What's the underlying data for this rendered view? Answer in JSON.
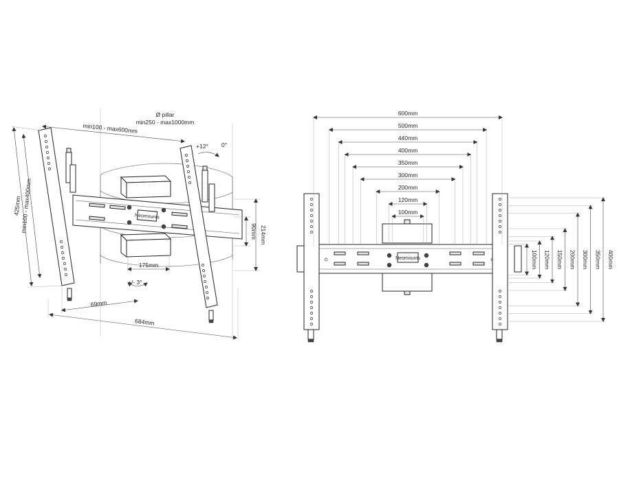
{
  "left_view": {
    "pillar_title": "Ø pillar",
    "pillar_range": "min250 - max1000mm",
    "width_range": "min100 - max600mm",
    "height_range": "min100 - max400mm",
    "height_outer": "425mm",
    "tilt_up": "+12°",
    "tilt_zero": "0°",
    "tilt_down": "+/- 3°",
    "height_214": "214mm",
    "height_90": "90mm",
    "width_175": "175mm",
    "offset_69": "69mm",
    "width_684": "684mm",
    "brand": "Neomounts"
  },
  "right_view": {
    "brand": "Neomounts",
    "horizontal_dims": [
      "600mm",
      "500mm",
      "440mm",
      "400mm",
      "350mm",
      "300mm",
      "200mm",
      "120mm",
      "100mm"
    ],
    "vertical_dims": [
      "100mm",
      "120mm",
      "150mm",
      "200mm",
      "300mm",
      "350mm",
      "400mm"
    ]
  }
}
